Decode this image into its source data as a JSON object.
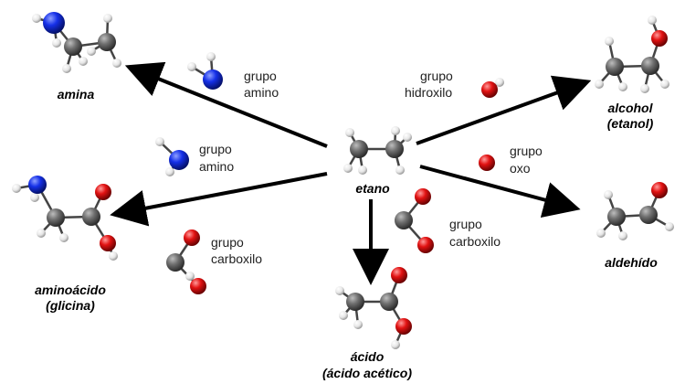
{
  "center": {
    "name": "etano"
  },
  "products": {
    "amina": {
      "name": "amina"
    },
    "aminoacido": {
      "name": "aminoácido",
      "subname": "(glicina)"
    },
    "acido": {
      "name": "ácido",
      "subname": "(ácido acético)"
    },
    "alcohol": {
      "name": "alcohol",
      "subname": "(etanol)"
    },
    "aldehido": {
      "name": "aldehído"
    }
  },
  "groups": {
    "amino_top": {
      "line1": "grupo",
      "line2": "amino"
    },
    "amino_mid": {
      "line1": "grupo",
      "line2": "amino"
    },
    "carboxilo_left": {
      "line1": "grupo",
      "line2": "carboxilo"
    },
    "carboxilo_center": {
      "line1": "grupo",
      "line2": "carboxilo"
    },
    "hidroxilo": {
      "line1": "grupo",
      "line2": "hidroxilo"
    },
    "oxo": {
      "line1": "grupo",
      "line2": "oxo"
    }
  },
  "colors": {
    "carbon": "#5a5a5a",
    "hydrogen": "#f0f0f0",
    "nitrogen": "#1030e0",
    "oxygen": "#e01010",
    "arrow": "#000000"
  }
}
